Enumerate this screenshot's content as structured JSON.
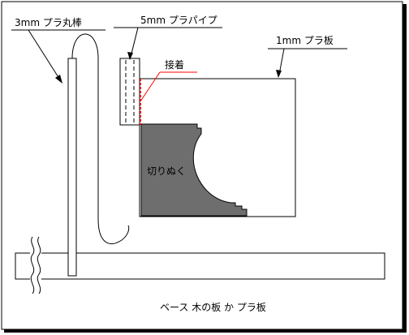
{
  "labels": {
    "rod": "3mm  プラ丸棒",
    "pipe": "5mm  プラパイプ",
    "plate": "1mm  プラ板",
    "glue": "接着",
    "cutout": "切りぬく",
    "base": "ベース  木の板  か  プラ板"
  },
  "colors": {
    "line": "#000000",
    "cutout_fill": "#6e6e6e",
    "glue": "#ff0000",
    "background": "#ffffff"
  }
}
